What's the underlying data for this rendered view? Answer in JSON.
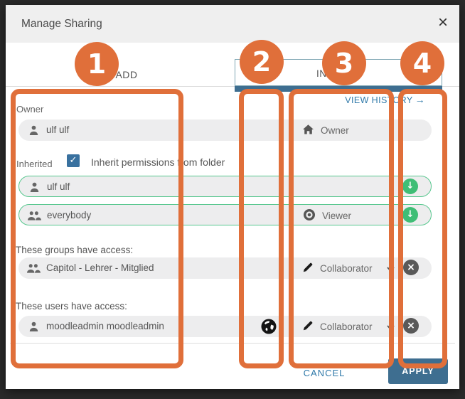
{
  "window": {
    "title": "Manage Sharing"
  },
  "icons": {
    "close": "×",
    "check": "✓",
    "download_arrow": "↓",
    "remove": "×",
    "history_arrow": "→"
  },
  "tabs": {
    "add": "ADD",
    "invited_visible": "IN"
  },
  "links": {
    "view_history": "VIEW HISTORY"
  },
  "owner_section": {
    "label": "Owner",
    "row": {
      "name": "ulf ulf",
      "permission": "Owner"
    }
  },
  "inherited_section": {
    "label": "Inherited",
    "checkbox_label": "Inherit permissions from folder",
    "checked": true,
    "rows": [
      {
        "name": "ulf ulf"
      },
      {
        "name": "everybody",
        "permission": "Viewer"
      }
    ]
  },
  "groups_section": {
    "label": "These groups have access:",
    "rows": [
      {
        "name": "Capitol - Lehrer - Mitglied",
        "permission": "Collaborator"
      }
    ]
  },
  "users_section": {
    "label": "These users have access:",
    "rows": [
      {
        "name": "moodleadmin moodleadmin",
        "permission": "Collaborator",
        "public": true
      }
    ]
  },
  "footer": {
    "cancel": "CANCEL",
    "apply": "APPLY"
  },
  "annotations": {
    "labels": [
      "1",
      "2",
      "3",
      "4"
    ],
    "color": "#E06F3A"
  },
  "colors": {
    "accent_orange": "#E06F3A",
    "apply_button": "#3E6E90",
    "tab_bar_blue": "#3E6E90",
    "link_blue": "#2F79A9",
    "green": "#3FBE76",
    "checkbox_blue": "#39719F",
    "titlebar_gray": "#EFEFEF",
    "row_gray": "#EDEDEE"
  }
}
